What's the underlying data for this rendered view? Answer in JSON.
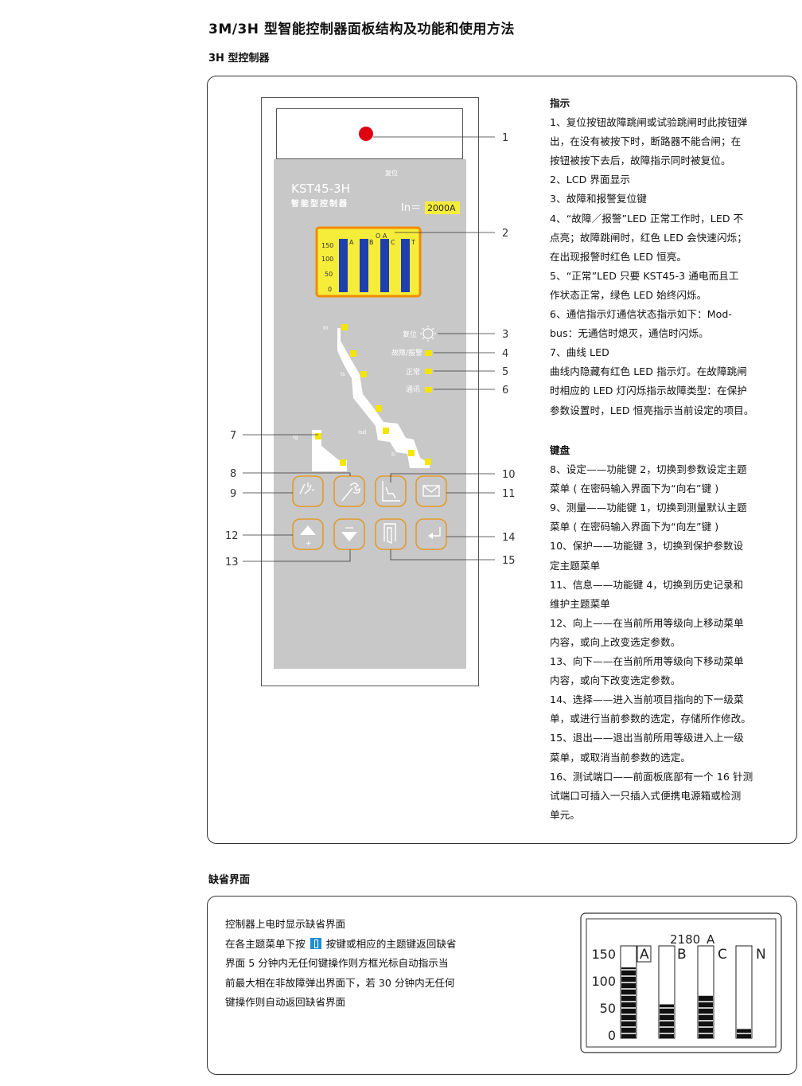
{
  "page": {
    "title": "3M/3H 型智能控制器面板结构及功能和使用方法",
    "subtitle": "3H 型控制器",
    "section2_title": "缺省界面"
  },
  "panel": {
    "model": "KST45-3H",
    "model_sub": "智能型控制器",
    "reset_small": "复位",
    "in_label": "In＝",
    "in_value": "2000A",
    "lcd": {
      "top_label": "O A",
      "phase_labels": [
        "A",
        "B",
        "C",
        "T"
      ],
      "scale": [
        "150",
        "100",
        "50",
        "0"
      ]
    },
    "indicators": [
      "复位",
      "故障/报警",
      "正常",
      "通讯"
    ],
    "curve_labels": [
      "In",
      "Is",
      "Isd",
      "Ig",
      "Ii"
    ],
    "callouts": [
      "1",
      "2",
      "3",
      "4",
      "5",
      "6",
      "7",
      "8",
      "9",
      "10",
      "11",
      "12",
      "13",
      "14",
      "15"
    ],
    "colors": {
      "led_red": "#e00012",
      "led_yellow": "#f5e600",
      "lcd_yellow": "#f6ed3b",
      "lcd_border": "#f08c00",
      "bar_blue": "#1f3fae",
      "key_orange": "#e39a2b"
    }
  },
  "indicator_section": {
    "heading": "指示",
    "lines": [
      "1、复位按钮故障跳闸或试验跳闸时此按钮弹",
      "出，在没有被按下时，断路器不能合闸；在",
      "按钮被按下去后，故障指示同时被复位。",
      "2、LCD 界面显示",
      "3、故障和报警复位键",
      "4、“故障／报警”LED 正常工作时，LED 不",
      "点亮；故障跳闸时，红色 LED 会快速闪烁；",
      "在出现报警时红色 LED 恒亮。",
      "5、“正常”LED 只要 KST45-3 通电而且工",
      "作状态正常，绿色 LED 始终闪烁。",
      "6、通信指示灯通信状态指示如下：Mod-",
      "bus：无通信时熄灭，通信时闪烁。",
      "7、曲线 LED",
      "曲线内隐藏有红色 LED 指示灯。在故障跳闸",
      "时相应的 LED 灯闪烁指示故障类型：在保护",
      "参数设置时，LED 恒亮指示当前设定的项目。"
    ]
  },
  "keypad_section": {
    "heading": "键盘",
    "lines": [
      "8、设定——功能键 2，切换到参数设定主题",
      "菜单 ( 在密码输入界面下为“向右”键 )",
      "9、测量——功能键 1，切换到测量默认主题",
      "菜单 ( 在密码输入界面下为“向左”键 )",
      "10、保护——功能键 3，切换到保护参数设",
      "定主题菜单",
      "11、信息——功能键 4，切换到历史记录和",
      "维护主题菜单",
      "12、向上——在当前所用等级向上移动菜单",
      "内容，或向上改变选定参数。",
      "13、向下——在当前所用等级向下移动菜单",
      "内容，或向下改变选定参数。",
      "14、选择——进入当前项目指向的下一级菜",
      "单，或进行当前参数的选定，存储所作修改。",
      "15、退出——退出当前所用等级进入上一级",
      "菜单，或取消当前参数的选定。",
      "16、测试端口——前面板底部有一个 16 针测",
      "试端口可插入一只插入式便携电源箱或检测",
      "单元。"
    ]
  },
  "default_screen": {
    "lines": [
      "控制器上电时显示缺省界面",
      "在各主题菜单下按",
      "按键或相应的主题键返回缺省",
      "界面 5 分钟内无任何键操作则方框光标自动指示当",
      "前最大相在非故障弹出界面下，若 30 分钟内无任何",
      "键操作则自动返回缺省界面"
    ],
    "lcd": {
      "reading": "2180",
      "unit": "A",
      "scale": [
        "150",
        "100",
        "50",
        "0"
      ],
      "phases": [
        "A",
        "B",
        "C",
        "N"
      ],
      "bars": [
        {
          "phase": "A",
          "value": 115
        },
        {
          "phase": "B",
          "value": 55
        },
        {
          "phase": "C",
          "value": 70
        },
        {
          "phase": "N",
          "value": 15
        }
      ]
    }
  }
}
